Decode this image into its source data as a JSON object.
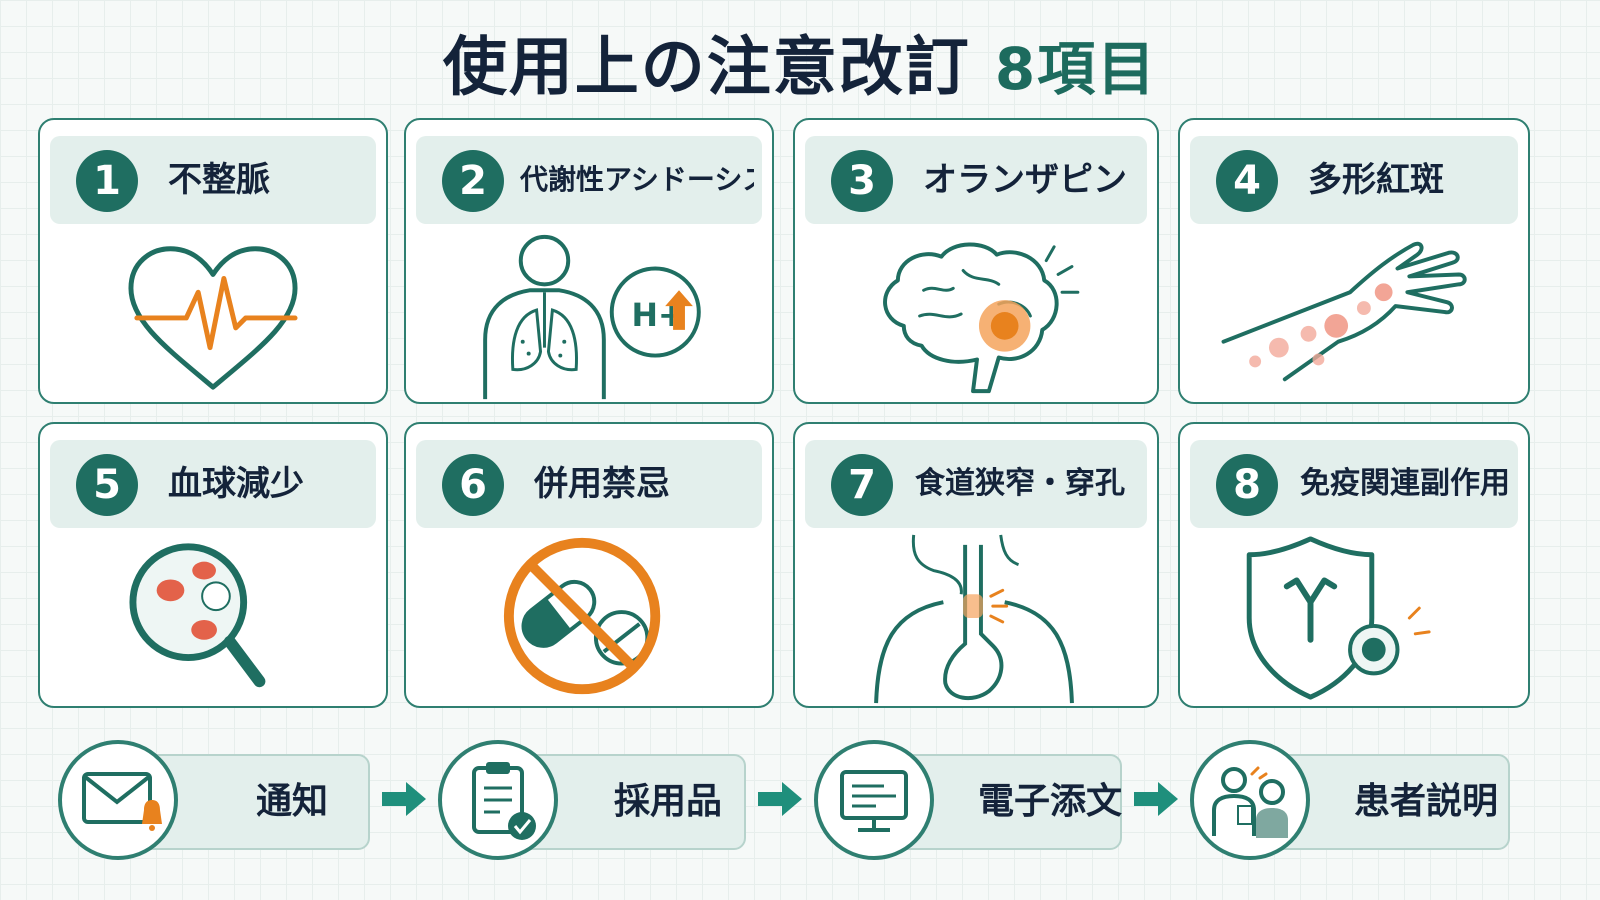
{
  "title": {
    "main": "使用上の注意改訂",
    "count": "8項目"
  },
  "cards": [
    {
      "num": "1",
      "label": "不整脈",
      "icon": "heart-ecg-icon"
    },
    {
      "num": "2",
      "label": "代謝性アシドーシス",
      "icon": "lungs-acid-icon",
      "icon_text": "H+"
    },
    {
      "num": "3",
      "label": "オランザピン",
      "icon": "brain-icon"
    },
    {
      "num": "4",
      "label": "多形紅斑",
      "icon": "arm-rash-icon"
    },
    {
      "num": "5",
      "label": "血球減少",
      "icon": "magnifier-blood-cells-icon"
    },
    {
      "num": "6",
      "label": "併用禁忌",
      "icon": "no-pills-icon"
    },
    {
      "num": "7",
      "label": "食道狭窄・穿孔",
      "icon": "esophagus-icon"
    },
    {
      "num": "8",
      "label": "免疫関連副作用",
      "icon": "shield-antibody-icon"
    }
  ],
  "flow": [
    {
      "label": "通知",
      "icon": "envelope-bell-icon"
    },
    {
      "label": "採用品",
      "icon": "clipboard-check-icon"
    },
    {
      "label": "電子添文",
      "icon": "monitor-icon"
    },
    {
      "label": "患者説明",
      "icon": "doctor-patient-icon"
    }
  ],
  "colors": {
    "teal": "#1f6e61",
    "orange": "#e8821e",
    "navy": "#14233a",
    "head_bg": "#e3efec"
  }
}
